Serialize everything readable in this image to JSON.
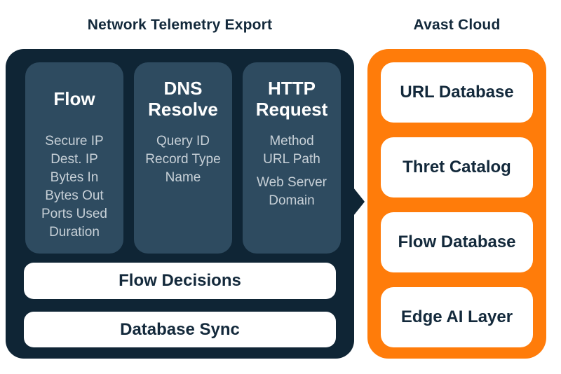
{
  "titles": {
    "left": "Network Telemetry Export",
    "right": "Avast Cloud"
  },
  "telemetry_panel": {
    "columns": [
      {
        "title": "Flow",
        "items": [
          "Secure IP",
          "Dest. IP",
          "Bytes In",
          "Bytes Out",
          "Ports Used",
          "Duration"
        ]
      },
      {
        "title": "DNS Resolve",
        "items": [
          "Query ID",
          "Record Type",
          "Name"
        ]
      },
      {
        "title": "HTTP Request",
        "items": [
          "Method",
          "URL Path",
          "Web Server Domain"
        ]
      }
    ],
    "bars": [
      "Flow Decisions",
      "Database Sync"
    ]
  },
  "cloud_panel": {
    "boxes": [
      "URL Database",
      "Thret Catalog",
      "Flow Database",
      "Edge AI Layer"
    ]
  },
  "colors": {
    "dark_navy": "#0f2535",
    "column_navy": "#2e4b60",
    "orange": "#ff7c0a",
    "heading_text": "#13293b",
    "item_text": "#c7d0d7",
    "white": "#ffffff"
  }
}
